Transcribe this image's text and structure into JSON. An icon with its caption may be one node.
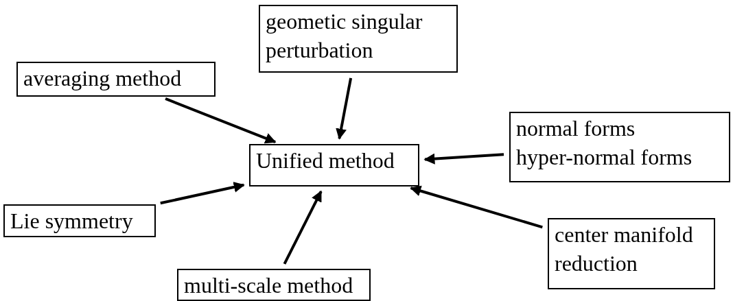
{
  "diagram": {
    "nodes": [
      {
        "text": [
          "geometic singular perturbation"
        ]
      },
      {
        "text": [
          "averaging method"
        ]
      },
      {
        "text": [
          "normal forms",
          "hyper-normal forms"
        ]
      },
      {
        "text": [
          "Unified method"
        ]
      },
      {
        "text": [
          "Lie symmetry"
        ]
      },
      {
        "text": [
          "center manifold reduction"
        ]
      },
      {
        "text": [
          "multi-scale method"
        ]
      }
    ],
    "edges": [
      {
        "from": 0,
        "to": 3,
        "arrow": "to"
      },
      {
        "from": 1,
        "to": 3,
        "arrow": "to"
      },
      {
        "from": 2,
        "to": 3,
        "arrow": "to"
      },
      {
        "from": 4,
        "to": 3,
        "arrow": "to"
      },
      {
        "from": 5,
        "to": 3,
        "arrow": "to"
      },
      {
        "from": 6,
        "to": 3,
        "arrow": "to"
      }
    ]
  }
}
